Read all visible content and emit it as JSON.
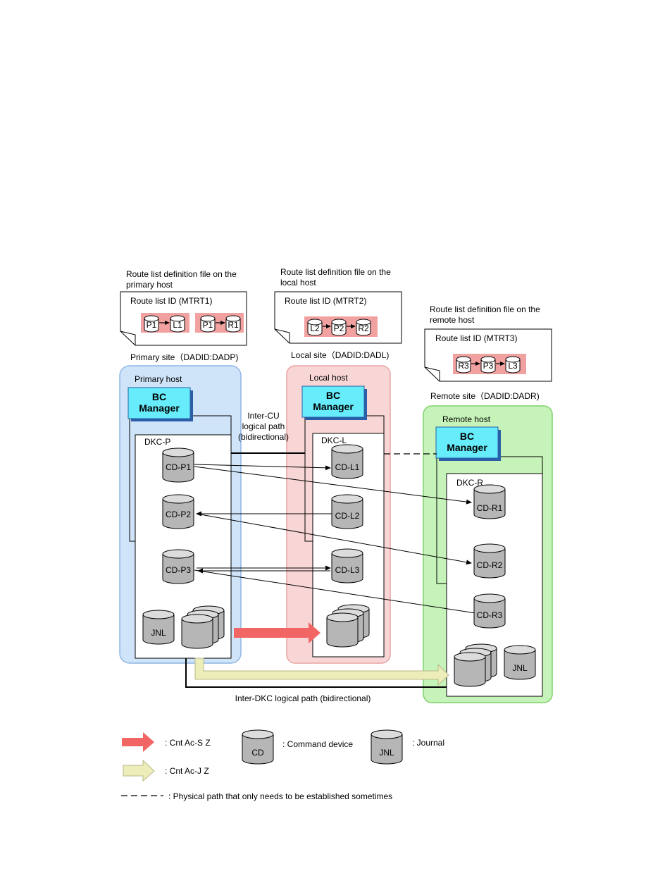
{
  "colors": {
    "primary_site": "#cfe3f9",
    "primary_border": "#8fb6e4",
    "local_site": "#f9d6d6",
    "local_border": "#e9a3a3",
    "remote_site": "#c6f3b9",
    "remote_border": "#7fd26a",
    "bc_manager": "#66ecfa",
    "route_pill": "#f2a1a1",
    "sync_arrow": "#f26565",
    "journal_arrow": "#ecedb9"
  },
  "route_files": {
    "primary": {
      "title_line1": "Route list definition file on the",
      "title_line2": "primary host",
      "id_label": "Route list ID (MTRT1)",
      "routes": [
        [
          "P1",
          "L1"
        ],
        [
          "P1",
          "R1"
        ]
      ]
    },
    "local": {
      "title_line1": "Route list definition file on the",
      "title_line2": "local host",
      "id_label": "Route list ID (MTRT2)",
      "routes": [
        [
          "L2",
          "P2",
          "R2"
        ]
      ]
    },
    "remote": {
      "title_line1": "Route list definition file on the",
      "title_line2": "remote host",
      "id_label": "Route list ID (MTRT3)",
      "routes": [
        [
          "R3",
          "P3",
          "L3"
        ]
      ]
    }
  },
  "sites": {
    "primary": {
      "label": "Primary site（DADID:DADP)",
      "host": "Primary host",
      "dkc": "DKC-P"
    },
    "local": {
      "label": "Local site（DADID:DADL)",
      "host": "Local host",
      "dkc": "DKC-L"
    },
    "remote": {
      "label": "Remote site（DADID:DADR)",
      "host": "Remote host",
      "dkc": "DKC-R"
    }
  },
  "bc_manager": {
    "line1": "BC",
    "line2": "Manager"
  },
  "command_devices": {
    "p1": "CD-P1",
    "p2": "CD-P2",
    "p3": "CD-P3",
    "l1": "CD-L1",
    "l2": "CD-L2",
    "l3": "CD-L3",
    "r1": "CD-R1",
    "r2": "CD-R2",
    "r3": "CD-R3"
  },
  "journal_label": "JNL",
  "paths": {
    "inter_cu_line1": "Inter-CU",
    "inter_cu_line2": "logical path",
    "inter_cu_line3": "(bidirectional)",
    "inter_dkc": "Inter-DKC logical path (bidirectional)"
  },
  "legend": {
    "sync": ": Cnt Ac-S Z",
    "journal_copy": ": Cnt Ac-J Z",
    "cd_icon": "CD",
    "cd_desc": ": Command device",
    "jnl_icon": "JNL",
    "jnl_desc": ": Journal",
    "dashed_desc": ": Physical path that only needs to be established sometimes"
  }
}
